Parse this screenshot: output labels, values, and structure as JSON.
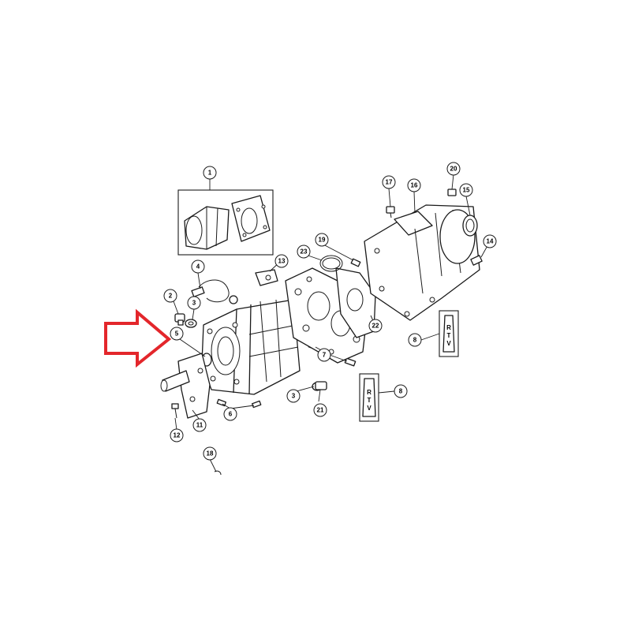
{
  "callouts": {
    "c1": "1",
    "c2": "2",
    "c3a": "3",
    "c3b": "3",
    "c4": "4",
    "c5": "5",
    "c6": "6",
    "c7": "7",
    "c8a": "8",
    "c8b": "8",
    "c11": "11",
    "c12": "12",
    "c13": "13",
    "c14": "14",
    "c15": "15",
    "c16": "16",
    "c17": "17",
    "c18": "18",
    "c19": "19",
    "c20": "20",
    "c21": "21",
    "c22": "22",
    "c23": "23"
  },
  "rtv": {
    "upper": [
      "R",
      "T",
      "V"
    ],
    "lower": [
      "R",
      "T",
      "V"
    ]
  },
  "colors": {
    "arrow": "#e3262b",
    "line": "#1a1a1a",
    "background": "#ffffff"
  },
  "icons": {
    "arrow": "arrow-right-outline-icon"
  }
}
